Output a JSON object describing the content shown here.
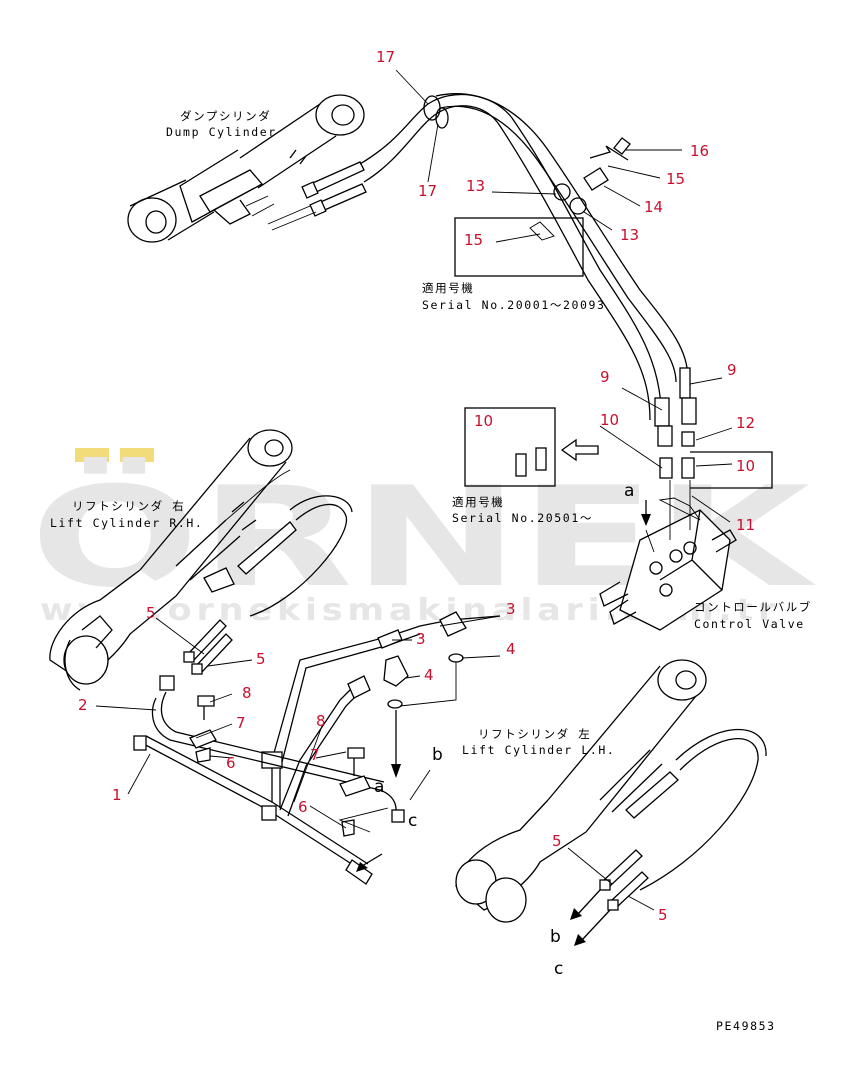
{
  "colors": {
    "callout": "#c8102e",
    "line": "#000000",
    "watermark": "#e6e6e6",
    "watermark_accent": "#f2dc7a"
  },
  "labels": {
    "dump_cylinder_jp": "ダンプシリンダ",
    "dump_cylinder_en": "Dump Cylinder",
    "lift_rh_jp": "リフトシリンダ 右",
    "lift_rh_en": "Lift Cylinder R.H.",
    "lift_lh_jp": "リフトシリンダ 左",
    "lift_lh_en": "Lift Cylinder L.H.",
    "control_valve_jp": "コントロールバルブ",
    "control_valve_en": "Control Valve",
    "applicable_1_jp": "適用号機",
    "applicable_1_en": "Serial No.20001～20093",
    "applicable_2_jp": "適用号機",
    "applicable_2_en": "Serial No.20501～",
    "drawing_no": "PE49853"
  },
  "watermark": {
    "brand": "ÖRNEK",
    "url": "www.ornekismakinalari.com.tr"
  },
  "callouts": {
    "c17a": "17",
    "c17b": "17",
    "c16": "16",
    "c15a": "15",
    "c15b": "15",
    "c14": "14",
    "c13a": "13",
    "c13b": "13",
    "c9a": "9",
    "c9b": "9",
    "c12": "12",
    "c10a": "10",
    "c10b": "10",
    "c10c": "10",
    "c11": "11",
    "c3a": "3",
    "c3b": "3",
    "c4a": "4",
    "c4b": "4",
    "c5a": "5",
    "c5b": "5",
    "c5c": "5",
    "c5d": "5",
    "c2": "2",
    "c1": "1",
    "c8a": "8",
    "c8b": "8",
    "c7a": "7",
    "c7b": "7",
    "c6a": "6",
    "c6b": "6"
  },
  "flow_letters": {
    "a1": "a",
    "a2": "a",
    "b1": "b",
    "b2": "b",
    "c1": "c",
    "c2": "c"
  }
}
